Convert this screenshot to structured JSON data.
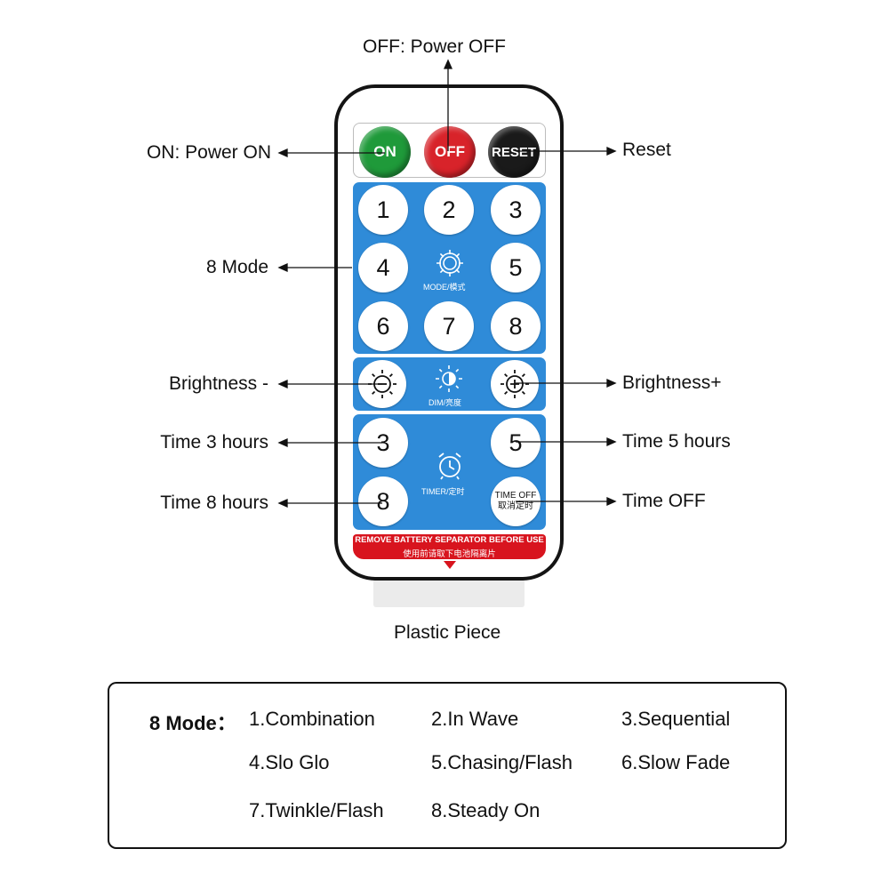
{
  "labels": {
    "off": "OFF: Power OFF",
    "on": "ON: Power ON",
    "reset": "Reset",
    "mode8": "8 Mode",
    "bright_minus": "Brightness -",
    "bright_plus": "Brightness+",
    "time3": "Time 3 hours",
    "time5": "Time 5 hours",
    "time8": "Time 8 hours",
    "timeoff": "Time OFF",
    "plastic": "Plastic Piece"
  },
  "remote": {
    "on_btn": "ON",
    "off_btn": "OFF",
    "reset_btn": "RESET",
    "nums": [
      "1",
      "2",
      "3",
      "4",
      "5",
      "6",
      "7",
      "8"
    ],
    "mode_text": "MODE/模式",
    "dim_text": "DIM/亮度",
    "timer_text": "TIMER/定时",
    "t3": "3",
    "t5": "5",
    "t8": "8",
    "toff_line1": "TIME OFF",
    "toff_line2": "取消定时",
    "warn_en": "REMOVE BATTERY SEPARATOR BEFORE USE",
    "warn_cn": "使用前请取下电池隔离片"
  },
  "legend": {
    "title": "8 Mode：",
    "modes": [
      "1.Combination",
      "2.In Wave",
      "3.Sequential",
      "4.Slo Glo",
      "5.Chasing/Flash",
      "6.Slow Fade",
      "7.Twinkle/Flash",
      "8.Steady On"
    ]
  },
  "colors": {
    "panel": "#2f8bd8",
    "on": "#1f9a3a",
    "off": "#d8232a",
    "reset": "#1a1a1a",
    "warning": "#d8141e"
  }
}
